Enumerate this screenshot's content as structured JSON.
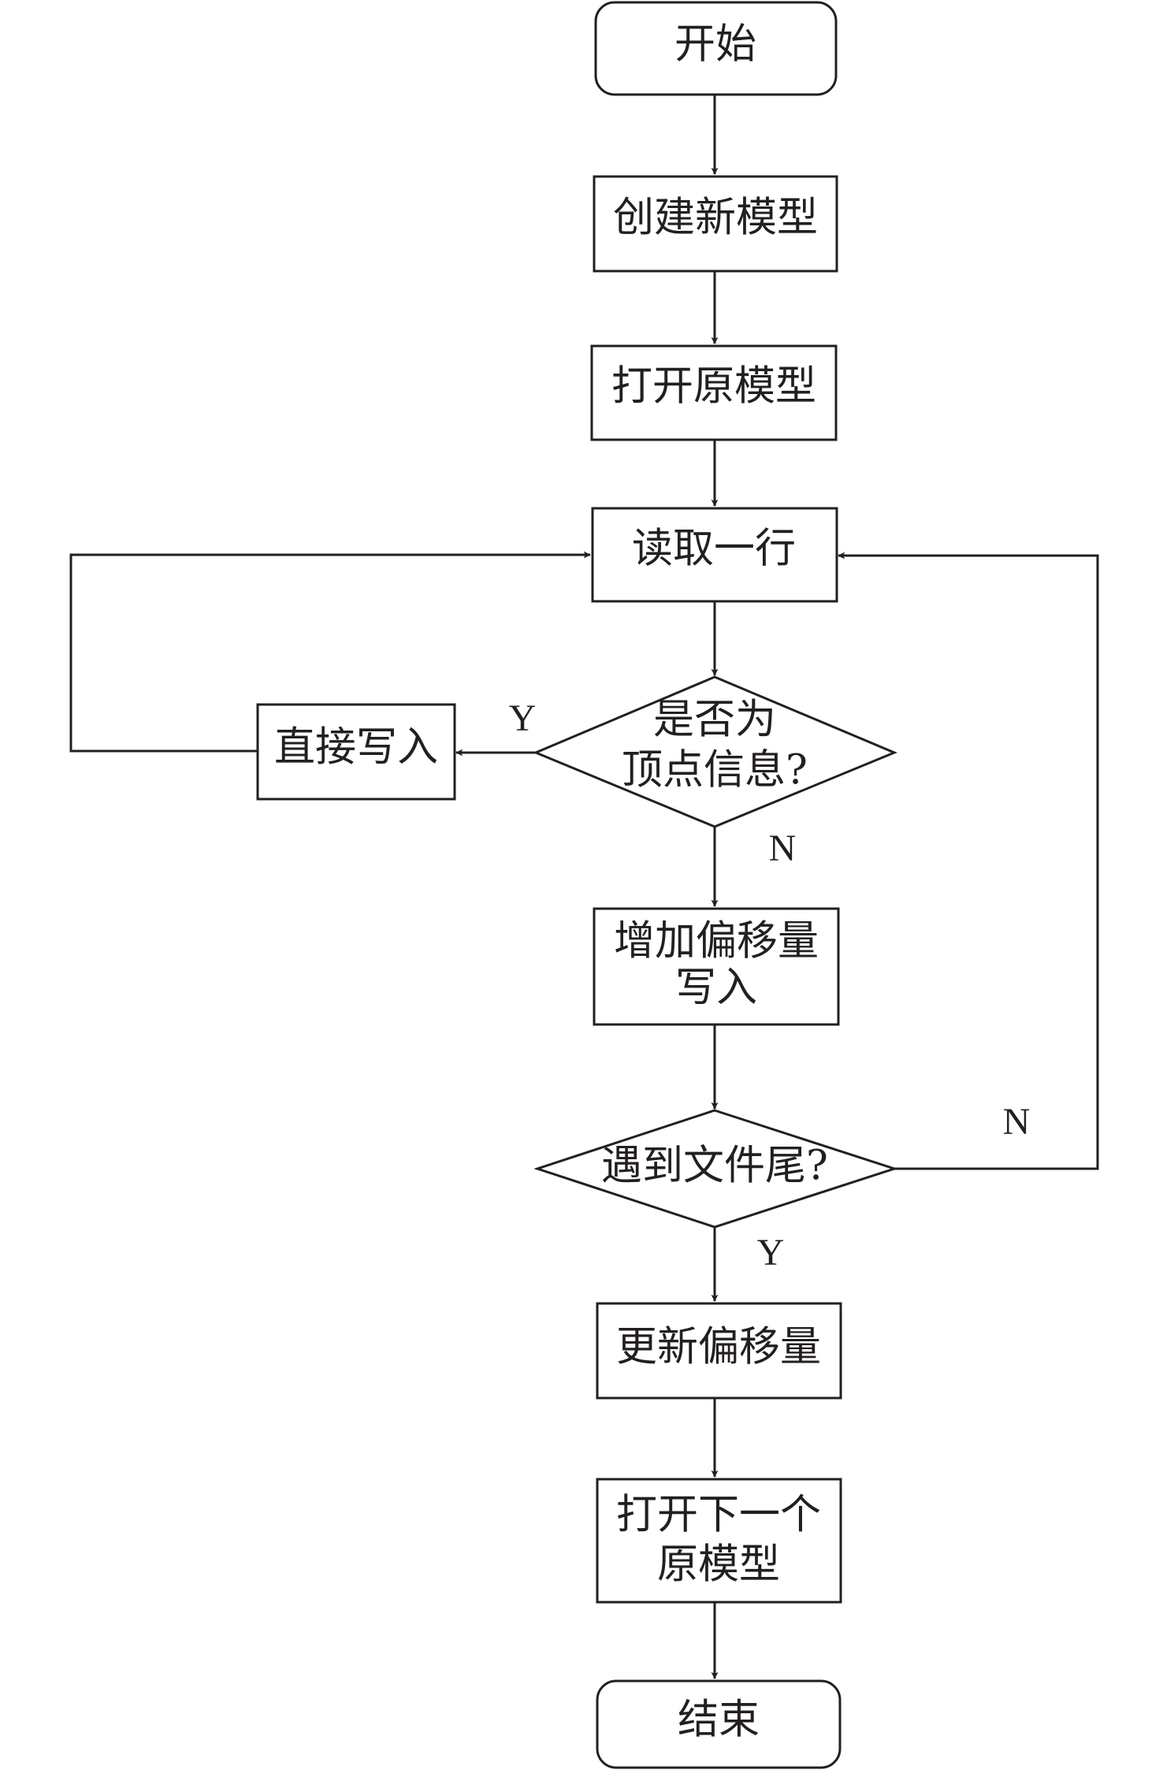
{
  "colors": {
    "stroke": "#231f20",
    "background": "#ffffff"
  },
  "nodes": {
    "start": "开始",
    "create_model": "创建新模型",
    "open_original": "打开原模型",
    "read_line": "读取一行",
    "is_vertex": [
      "是否为",
      "顶点信息?"
    ],
    "write_direct": "直接写入",
    "add_offset_write": [
      "增加偏移量",
      "写入"
    ],
    "end_of_file": "遇到文件尾?",
    "update_offset": "更新偏移量",
    "open_next": [
      "打开下一个",
      "原模型"
    ],
    "end": "结束"
  },
  "conditions": {
    "vertex_yes": "Y",
    "vertex_no": "N",
    "eof_no": "N",
    "eof_yes": "Y"
  }
}
